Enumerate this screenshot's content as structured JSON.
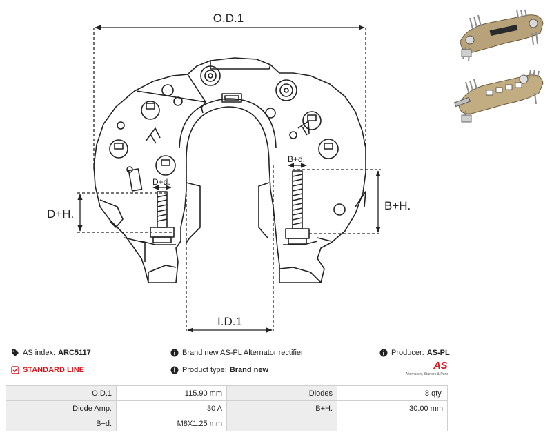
{
  "drawing": {
    "od_label": "O.D.1",
    "id_label": "I.D.1",
    "dh_label": "D+H.",
    "bh_label": "B+H.",
    "dd_label": "D+d.",
    "bd_label": "B+d."
  },
  "info": {
    "index_label": "AS index:",
    "index_value": "ARC5117",
    "line_label": "STANDARD LINE",
    "brand_text": "Brand new AS-PL Alternator rectifier",
    "type_label": "Product type:",
    "type_value": "Brand new",
    "producer_label": "Producer:",
    "producer_value": "AS-PL"
  },
  "logo": {
    "mark": "AS",
    "tagline": "Alternators, Starters & Parts"
  },
  "specs": [
    {
      "l1": "O.D.1",
      "v1": "115.90 mm",
      "l2": "Diodes",
      "v2": "8 qty."
    },
    {
      "l1": "Diode Amp.",
      "v1": "30 A",
      "l2": "B+H.",
      "v2": "30.00 mm"
    },
    {
      "l1": "B+d.",
      "v1": "M8X1.25 mm",
      "l2": "",
      "v2": ""
    }
  ],
  "colors": {
    "accent": "#d71920",
    "table_label_bg": "#ededed",
    "line": "#222222"
  },
  "icons": [
    "tags-icon",
    "check-square-icon",
    "info-icon"
  ]
}
